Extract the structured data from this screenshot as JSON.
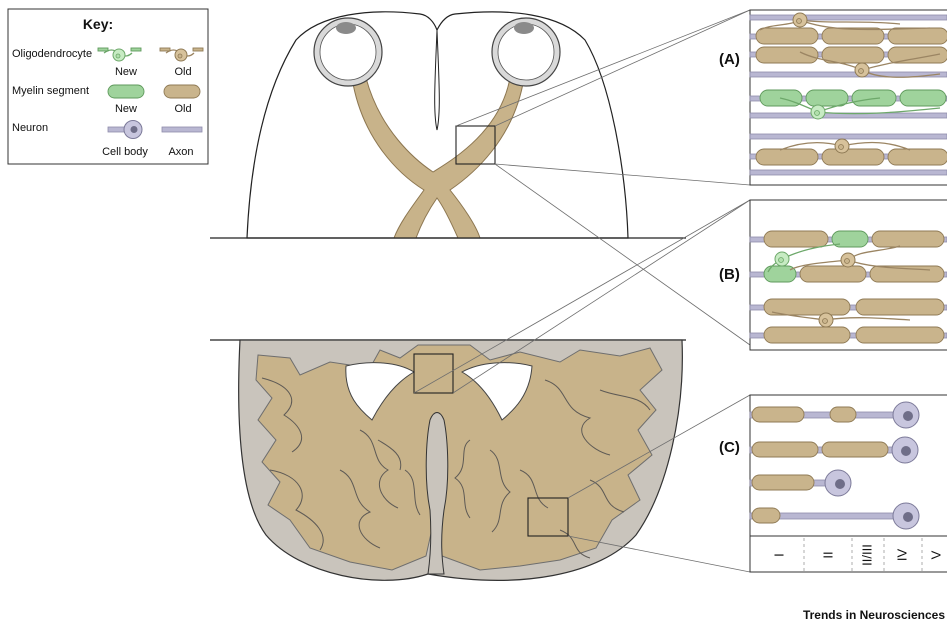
{
  "key": {
    "title": "Key:",
    "oligodendrocyte_label": "Oligodendrocyte",
    "myelin_label": "Myelin segment",
    "neuron_label": "Neuron",
    "new_label": "New",
    "old_label": "Old",
    "cell_body_label": "Cell body",
    "axon_label": "Axon"
  },
  "panels": {
    "a_label": "(A)",
    "b_label": "(B)",
    "c_label": "(C)"
  },
  "layers": [
    "I",
    "II",
    "II/III",
    "IV",
    "V"
  ],
  "credit": "Trends in Neurosciences",
  "colors": {
    "old_myelin": "#c9b48c",
    "new_myelin": "#9fd39c",
    "axon": "#b9b7d2",
    "white_matter": "#c8b38a",
    "gray_matter": "#c9c4bc"
  }
}
